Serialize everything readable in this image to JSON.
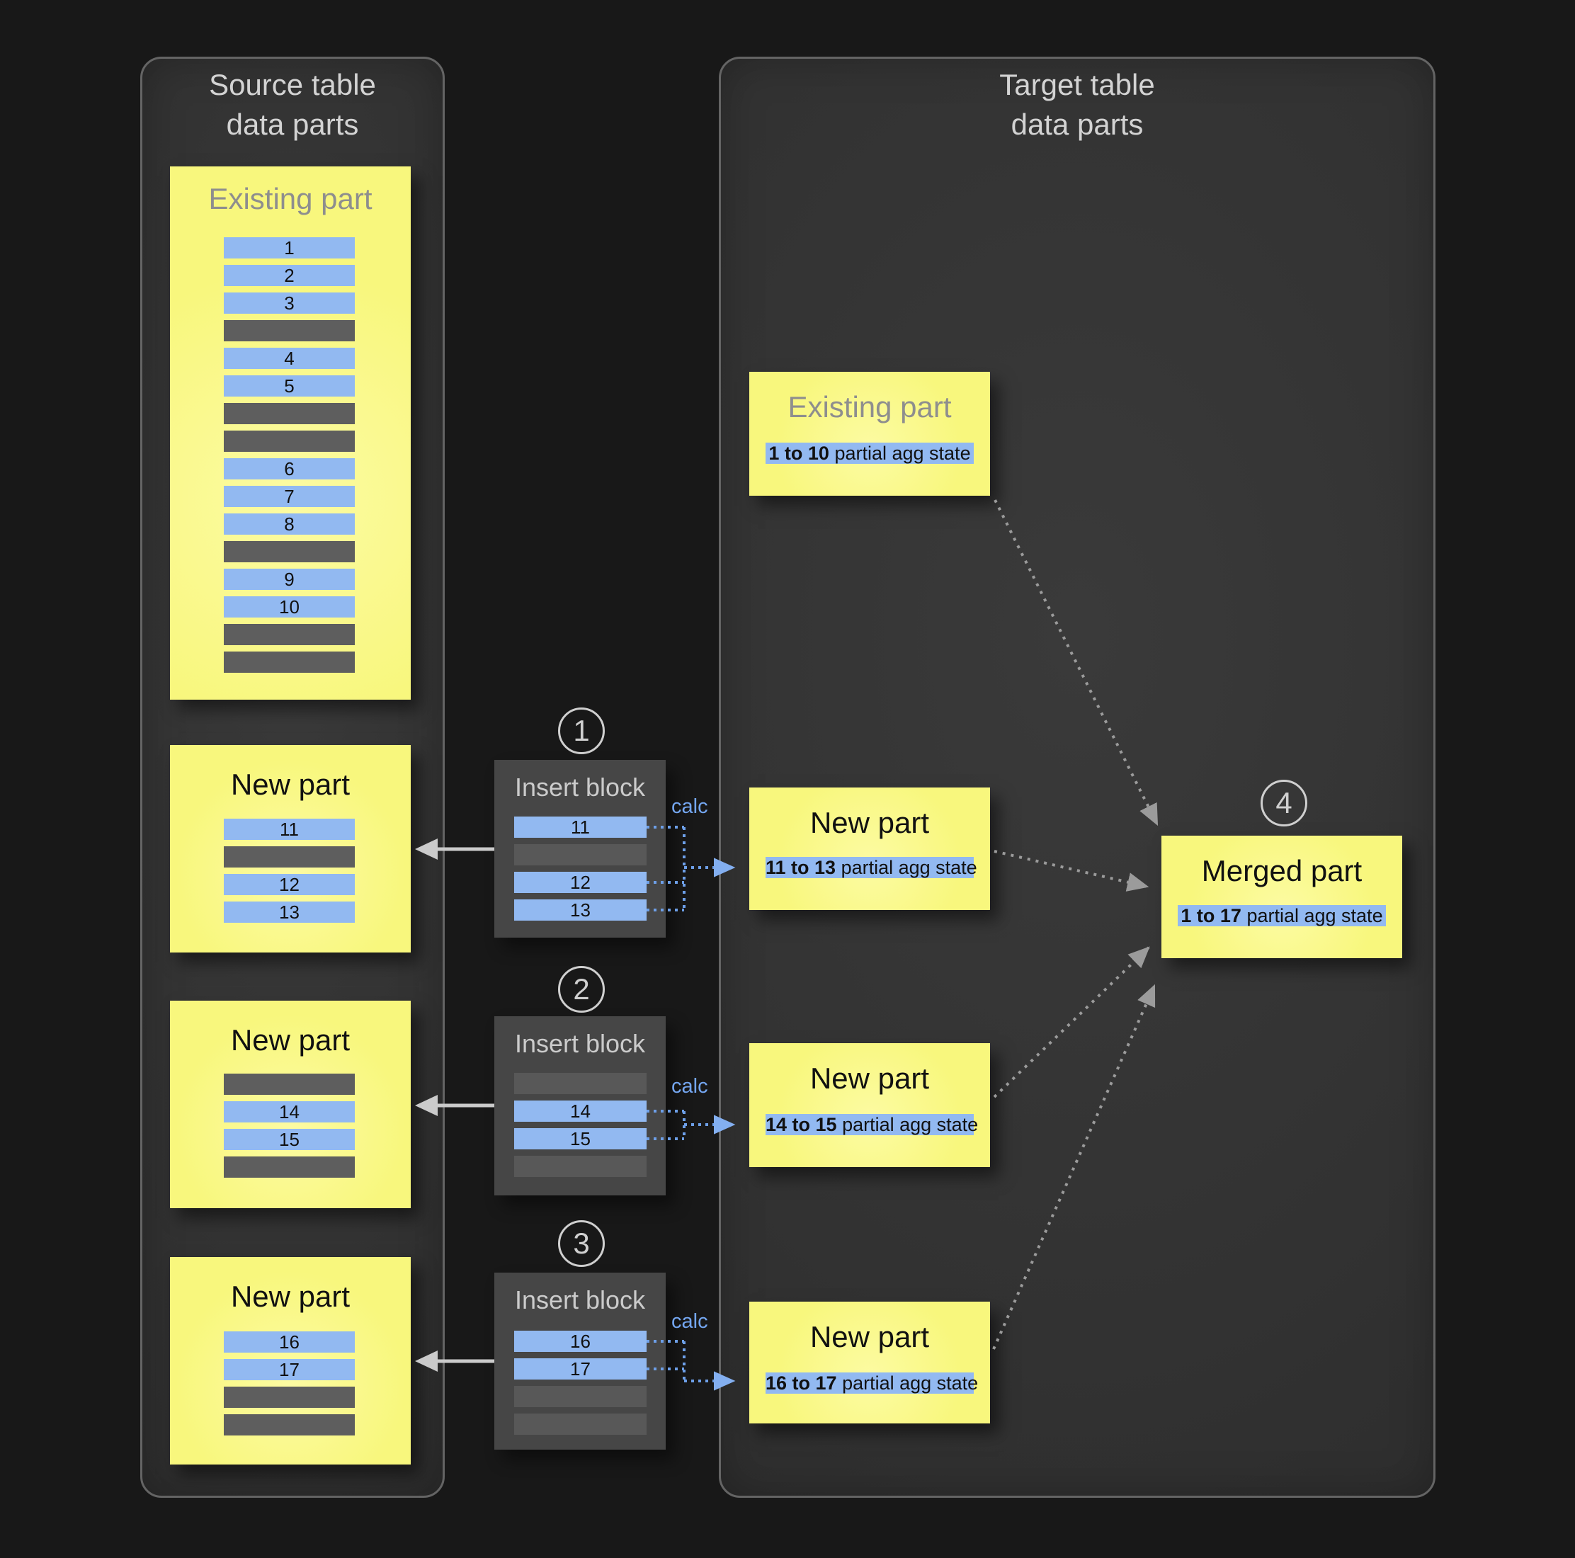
{
  "source_panel": {
    "title": [
      "Source table",
      "data parts"
    ],
    "existing_part": {
      "title": "Existing part",
      "rows": [
        "1",
        "2",
        "3",
        "",
        "4",
        "5",
        "",
        "",
        "6",
        "7",
        "8",
        "",
        "9",
        "10",
        "",
        ""
      ]
    },
    "new_parts": [
      {
        "title": "New part",
        "rows": [
          "11",
          "",
          "12",
          "13"
        ]
      },
      {
        "title": "New part",
        "rows": [
          "",
          "14",
          "15",
          ""
        ]
      },
      {
        "title": "New part",
        "rows": [
          "16",
          "17",
          "",
          ""
        ]
      }
    ]
  },
  "insert_blocks": [
    {
      "step": "1",
      "title": "Insert block",
      "calc_label": "calc",
      "rows": [
        "11",
        "",
        "12",
        "13"
      ]
    },
    {
      "step": "2",
      "title": "Insert block",
      "calc_label": "calc",
      "rows": [
        "",
        "14",
        "15",
        ""
      ]
    },
    {
      "step": "3",
      "title": "Insert block",
      "calc_label": "calc",
      "rows": [
        "16",
        "17",
        "",
        ""
      ]
    }
  ],
  "target_panel": {
    "title": [
      "Target table",
      "data parts"
    ],
    "existing_part": {
      "title": "Existing part",
      "state_bold": "1 to 10",
      "state_rest": " partial agg state"
    },
    "new_parts": [
      {
        "title": "New part",
        "state_bold": "11 to 13",
        "state_rest": " partial agg state"
      },
      {
        "title": "New part",
        "state_bold": "14 to 15",
        "state_rest": " partial agg state"
      },
      {
        "title": "New part",
        "state_bold": "16 to 17",
        "state_rest": " partial agg state"
      }
    ],
    "merged_part": {
      "step": "4",
      "title": "Merged part",
      "state_bold": "1 to 17",
      "state_rest": " partial agg state"
    }
  },
  "colors": {
    "background": "#181818",
    "panel_fill": "#333333",
    "panel_border": "#646464",
    "part_yellow": "#f8f77d",
    "row_blue": "#92b9f1",
    "row_gray": "#5e5e5e",
    "insert_block_fill": "#464646",
    "calc_blue": "#74a6f0",
    "dotted_blue": "#6d9fe8",
    "dotted_gray": "#9b9b9b",
    "solid_arrow_gray": "#cbcbcb",
    "muted_title_gray": "#8e8e8e"
  }
}
